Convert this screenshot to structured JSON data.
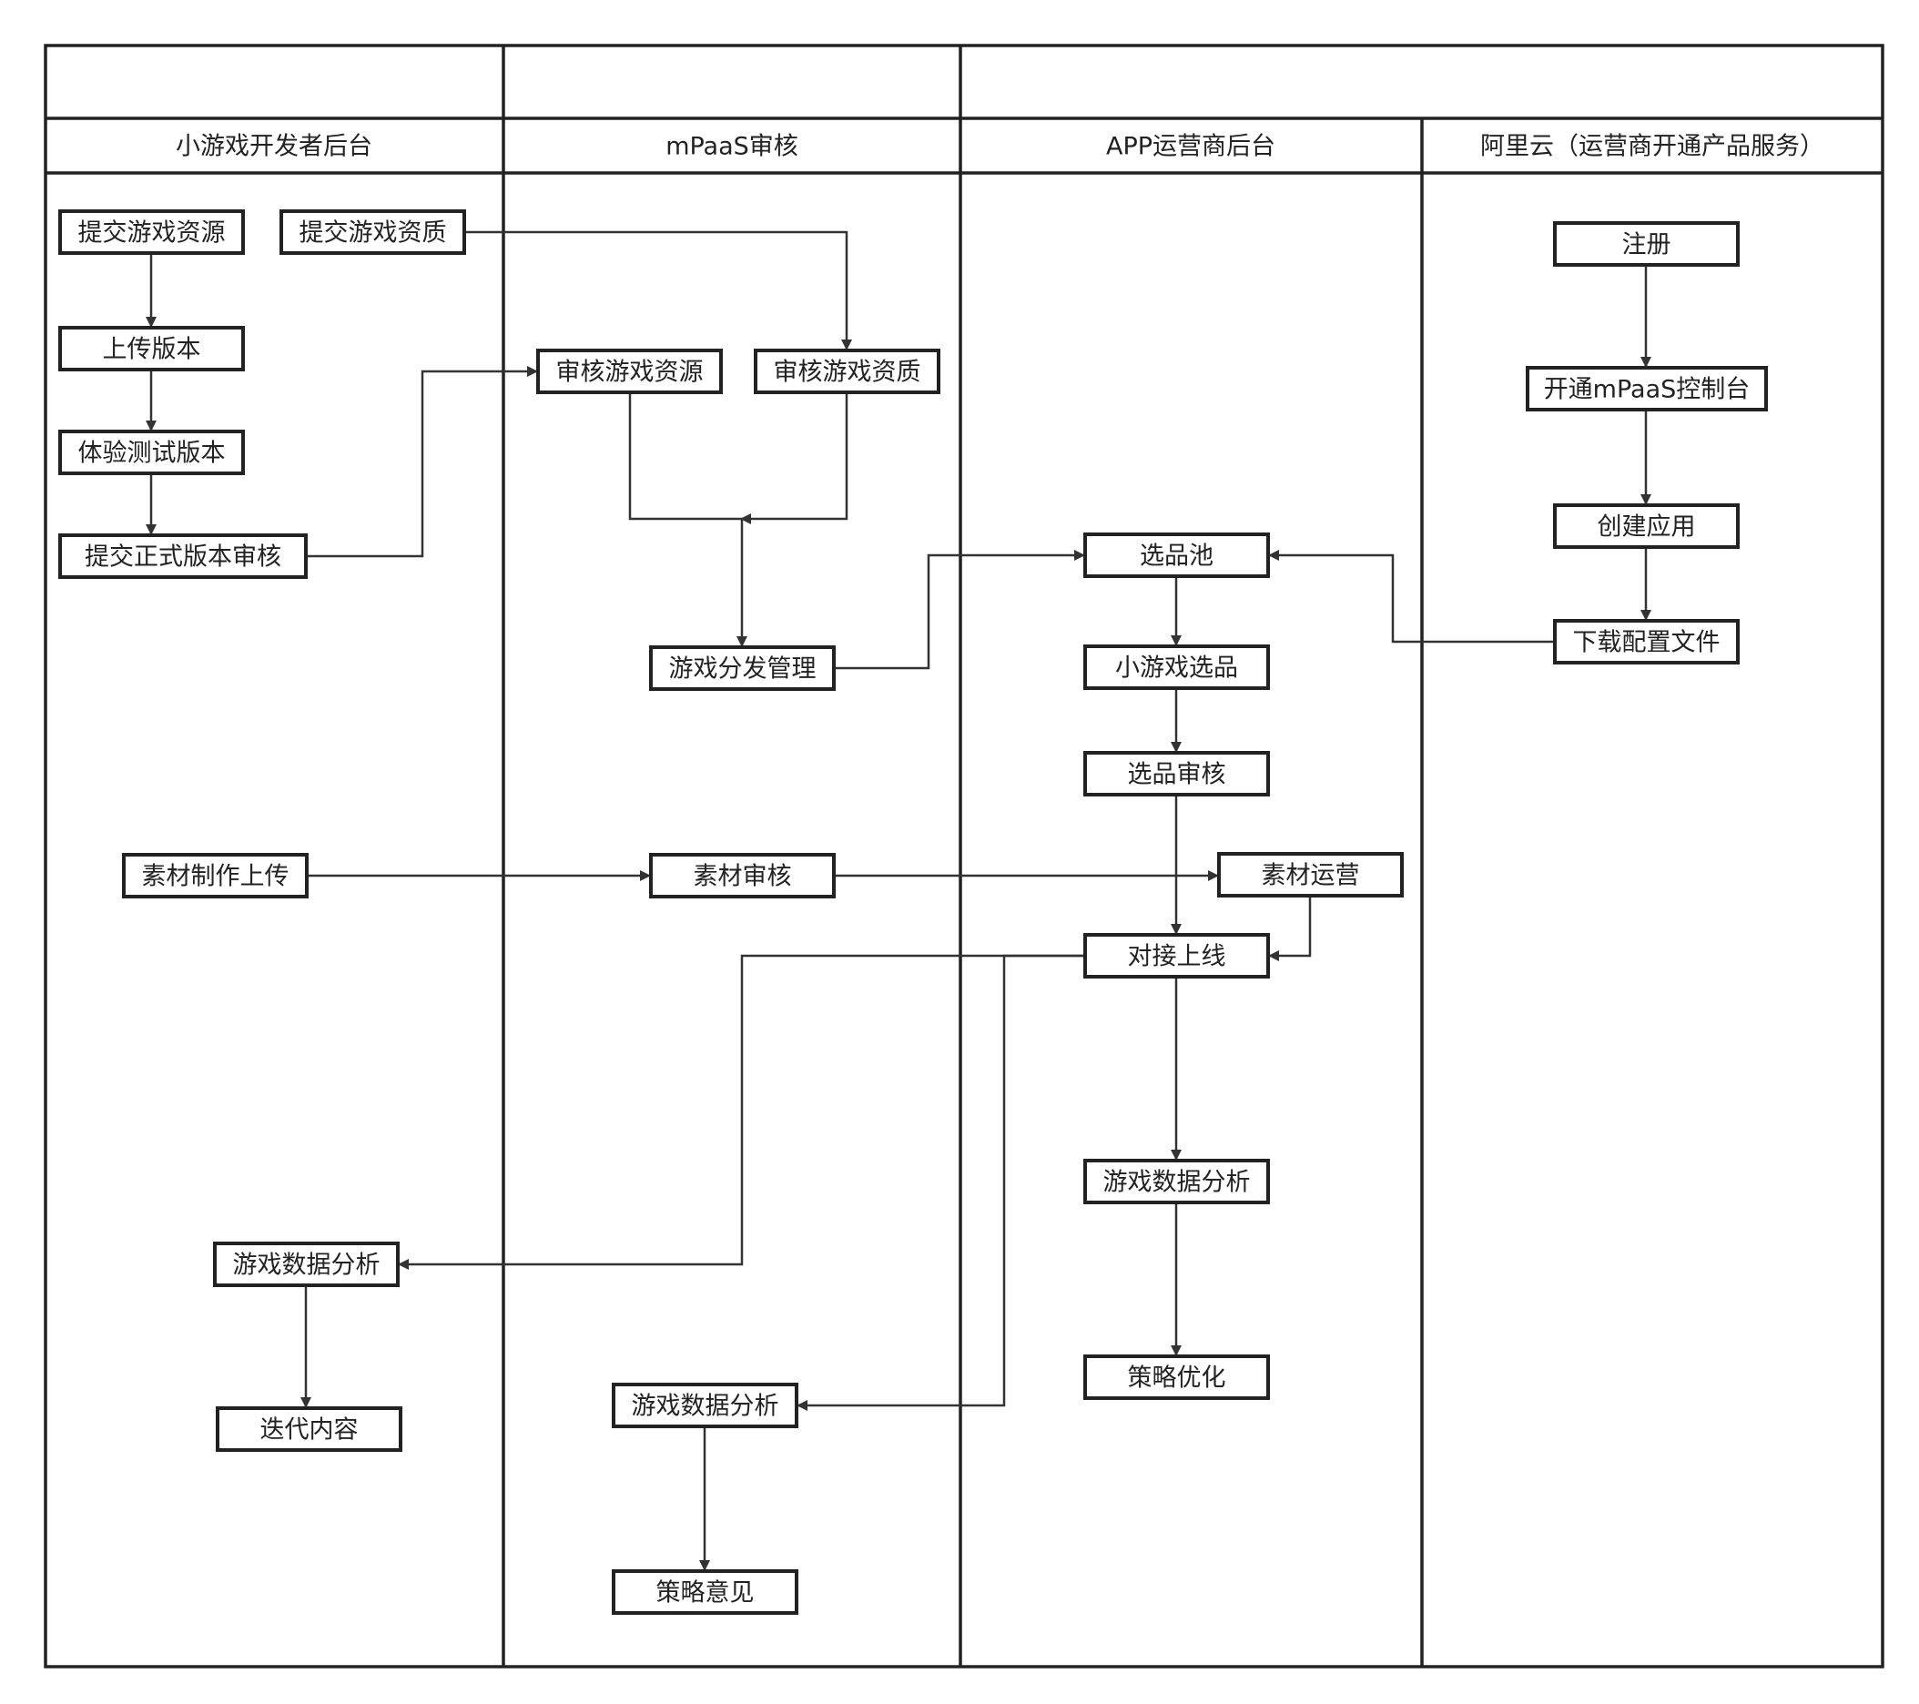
{
  "colors": {
    "stroke": "#222222",
    "edge": "#333333",
    "background": "#ffffff"
  },
  "lanes": [
    {
      "id": "dev",
      "label": "小游戏开发者后台"
    },
    {
      "id": "mpaas",
      "label": "mPaaS审核"
    },
    {
      "id": "app",
      "label": "APP运营商后台"
    },
    {
      "id": "aliyun",
      "label": "阿里云（运营商开通产品服务）"
    }
  ],
  "nodes": [
    {
      "id": "n1",
      "lane": "dev",
      "label": "提交游戏资源"
    },
    {
      "id": "n2",
      "lane": "dev",
      "label": "提交游戏资质"
    },
    {
      "id": "n3",
      "lane": "dev",
      "label": "上传版本"
    },
    {
      "id": "n4",
      "lane": "dev",
      "label": "体验测试版本"
    },
    {
      "id": "n5",
      "lane": "dev",
      "label": "提交正式版本审核"
    },
    {
      "id": "n6",
      "lane": "dev",
      "label": "素材制作上传"
    },
    {
      "id": "n7",
      "lane": "dev",
      "label": "游戏数据分析"
    },
    {
      "id": "n8",
      "lane": "dev",
      "label": "迭代内容"
    },
    {
      "id": "n9",
      "lane": "mpaas",
      "label": "审核游戏资源"
    },
    {
      "id": "n10",
      "lane": "mpaas",
      "label": "审核游戏资质"
    },
    {
      "id": "n11",
      "lane": "mpaas",
      "label": "游戏分发管理"
    },
    {
      "id": "n12",
      "lane": "mpaas",
      "label": "素材审核"
    },
    {
      "id": "n13",
      "lane": "mpaas",
      "label": "游戏数据分析"
    },
    {
      "id": "n14",
      "lane": "mpaas",
      "label": "策略意见"
    },
    {
      "id": "n15",
      "lane": "app",
      "label": "选品池"
    },
    {
      "id": "n16",
      "lane": "app",
      "label": "小游戏选品"
    },
    {
      "id": "n17",
      "lane": "app",
      "label": "选品审核"
    },
    {
      "id": "n18",
      "lane": "app",
      "label": "素材运营"
    },
    {
      "id": "n19",
      "lane": "app",
      "label": "对接上线"
    },
    {
      "id": "n20",
      "lane": "app",
      "label": "游戏数据分析"
    },
    {
      "id": "n21",
      "lane": "app",
      "label": "策略优化"
    },
    {
      "id": "n22",
      "lane": "aliyun",
      "label": "注册"
    },
    {
      "id": "n23",
      "lane": "aliyun",
      "label": "开通mPaaS控制台"
    },
    {
      "id": "n24",
      "lane": "aliyun",
      "label": "创建应用"
    },
    {
      "id": "n25",
      "lane": "aliyun",
      "label": "下载配置文件"
    }
  ],
  "edges": [
    {
      "from": "n1",
      "to": "n3"
    },
    {
      "from": "n3",
      "to": "n4"
    },
    {
      "from": "n4",
      "to": "n5"
    },
    {
      "from": "n5",
      "to": "n9"
    },
    {
      "from": "n2",
      "to": "n10"
    },
    {
      "from": "n9",
      "to": "n11"
    },
    {
      "from": "n10",
      "to": "n11"
    },
    {
      "from": "n11",
      "to": "n15"
    },
    {
      "from": "n22",
      "to": "n23"
    },
    {
      "from": "n23",
      "to": "n24"
    },
    {
      "from": "n24",
      "to": "n25"
    },
    {
      "from": "n25",
      "to": "n15"
    },
    {
      "from": "n15",
      "to": "n16"
    },
    {
      "from": "n16",
      "to": "n17"
    },
    {
      "from": "n17",
      "to": "n19"
    },
    {
      "from": "n6",
      "to": "n12"
    },
    {
      "from": "n12",
      "to": "n18"
    },
    {
      "from": "n18",
      "to": "n19"
    },
    {
      "from": "n19",
      "to": "n7"
    },
    {
      "from": "n19",
      "to": "n13"
    },
    {
      "from": "n19",
      "to": "n20"
    },
    {
      "from": "n20",
      "to": "n21"
    },
    {
      "from": "n7",
      "to": "n8"
    },
    {
      "from": "n13",
      "to": "n14"
    }
  ]
}
